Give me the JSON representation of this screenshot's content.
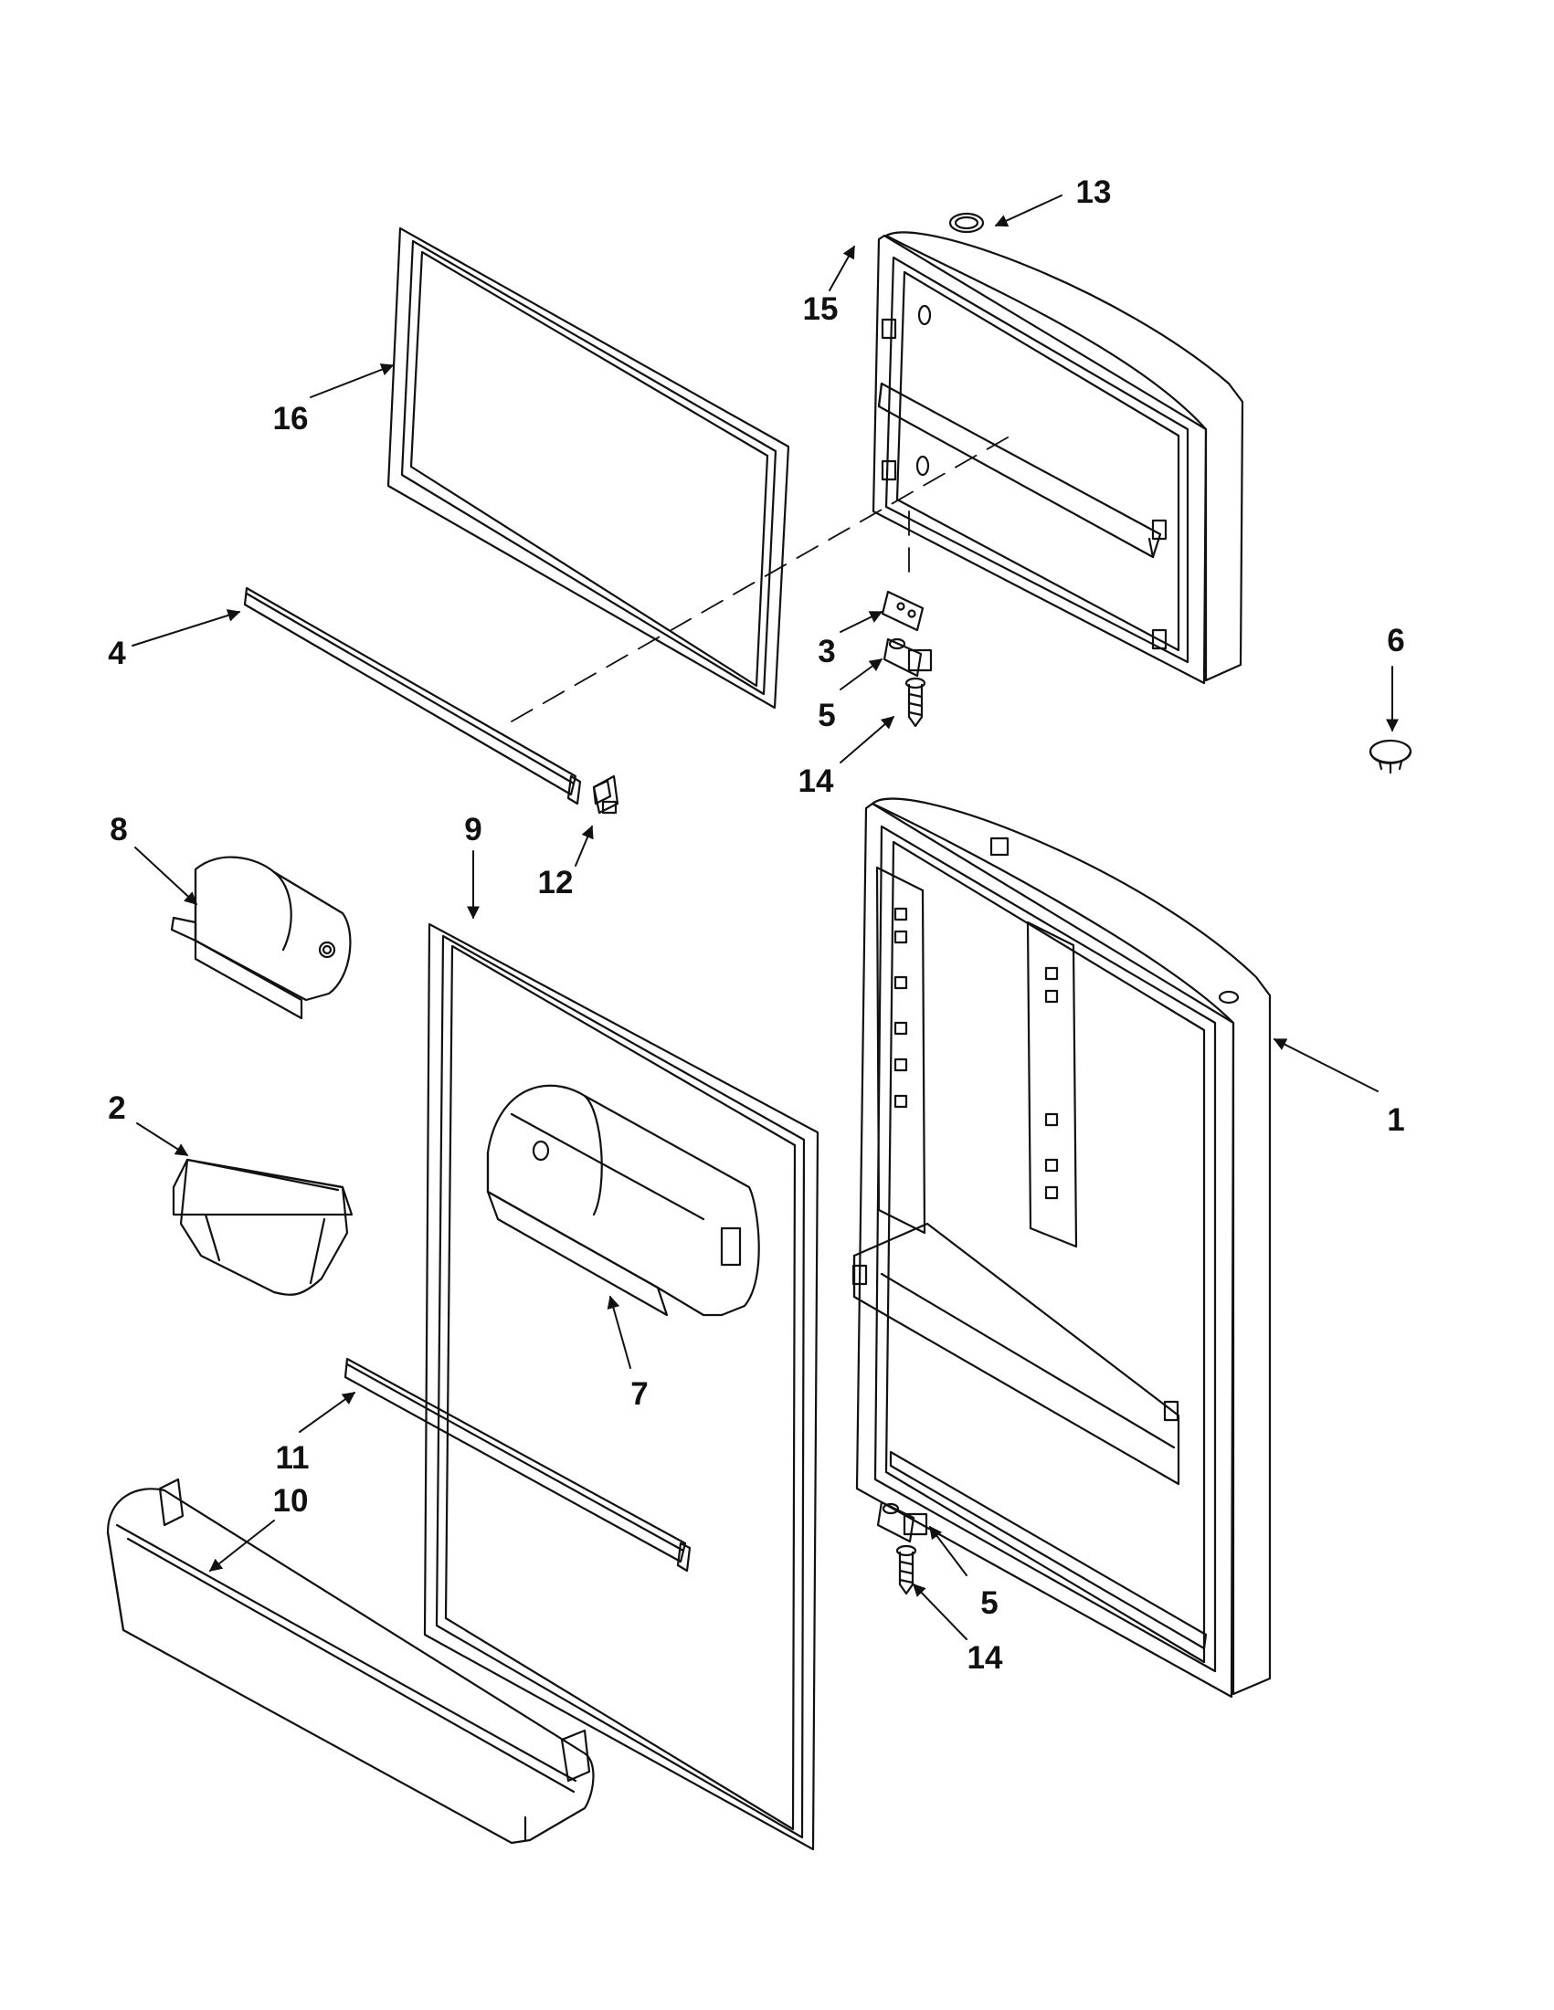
{
  "callouts": [
    {
      "id": "c1",
      "label": "1"
    },
    {
      "id": "c2",
      "label": "2"
    },
    {
      "id": "c3",
      "label": "3"
    },
    {
      "id": "c4",
      "label": "4"
    },
    {
      "id": "c5a",
      "label": "5"
    },
    {
      "id": "c5b",
      "label": "5"
    },
    {
      "id": "c6",
      "label": "6"
    },
    {
      "id": "c7",
      "label": "7"
    },
    {
      "id": "c8",
      "label": "8"
    },
    {
      "id": "c9",
      "label": "9"
    },
    {
      "id": "c10",
      "label": "10"
    },
    {
      "id": "c11",
      "label": "11"
    },
    {
      "id": "c12",
      "label": "12"
    },
    {
      "id": "c13",
      "label": "13"
    },
    {
      "id": "c14a",
      "label": "14"
    },
    {
      "id": "c14b",
      "label": "14"
    },
    {
      "id": "c15",
      "label": "15"
    },
    {
      "id": "c16",
      "label": "16"
    }
  ]
}
